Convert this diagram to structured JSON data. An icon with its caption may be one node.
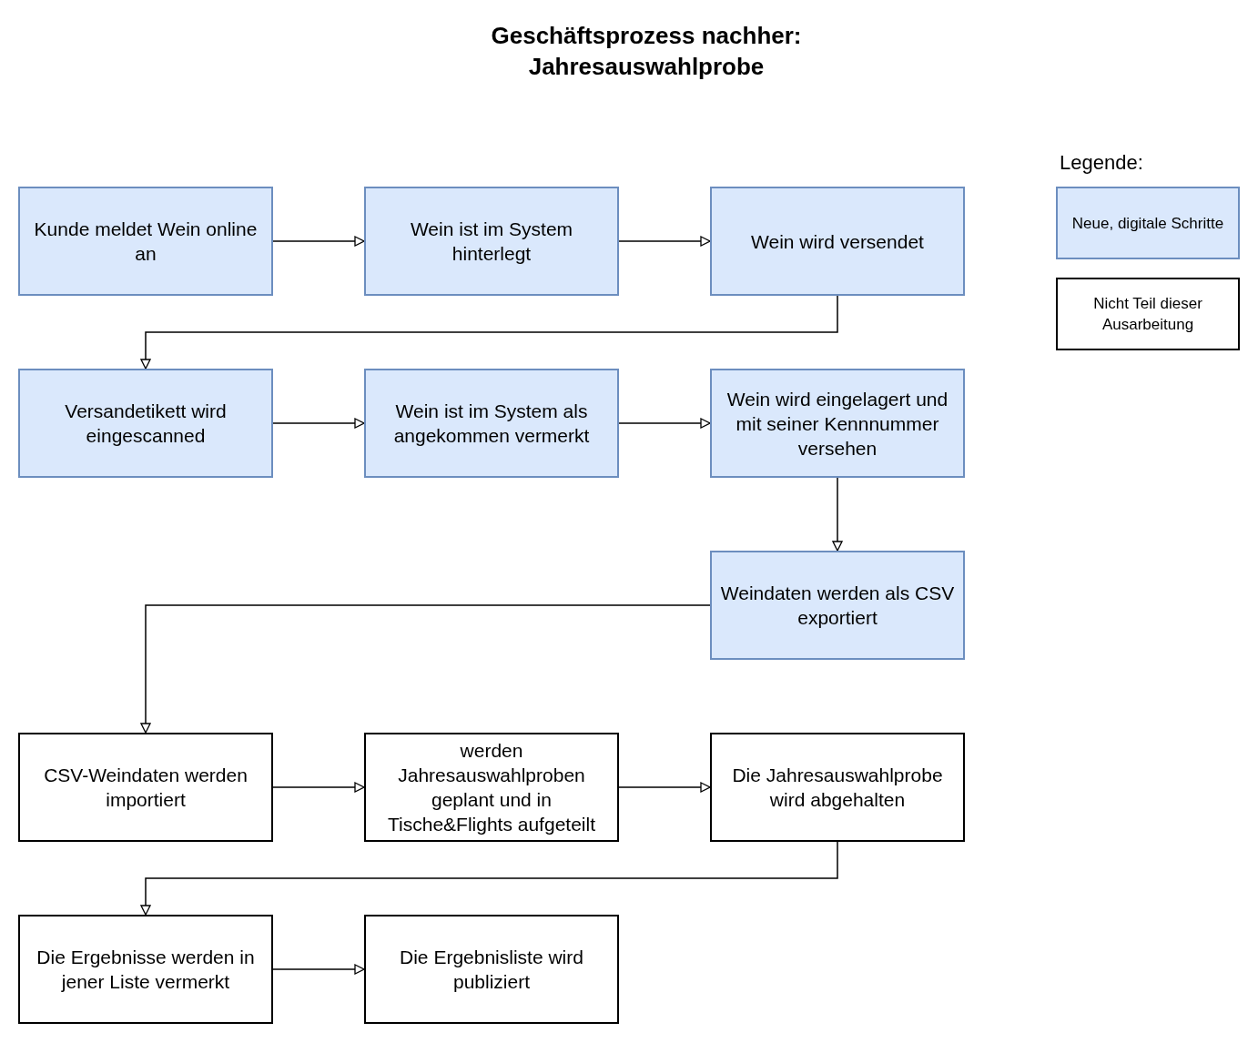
{
  "diagram": {
    "title": "Geschäftsprozess nachher: Jahresauswahlprobe",
    "nodes": [
      {
        "text": [
          "Kunde meldet Wein online an"
        ]
      },
      {
        "text": [
          "Wein ist im System hinterlegt"
        ]
      },
      {
        "text": [
          "Wein wird versendet"
        ]
      },
      {
        "text": [
          "Versandetikett wird eingescanned"
        ]
      },
      {
        "text": [
          "Wein ist im System als angekommen vermerkt"
        ]
      },
      {
        "text": [
          "Wein wird eingelagert und mit seiner Kennnummer versehen"
        ]
      },
      {
        "text": [
          "Weindaten werden als CSV exportiert"
        ]
      },
      {
        "text": [
          "CSV-Weindaten werden importiert"
        ]
      },
      {
        "text": [
          "werden Jahresauswahlproben geplant und in Tische&Flights aufgeteilt"
        ]
      },
      {
        "text": [
          "Die Jahresauswahlprobe wird abgehalten"
        ]
      },
      {
        "text": [
          "Die Ergebnisse werden in jener Liste vermerkt"
        ]
      },
      {
        "text": [
          "Die Ergebnisliste wird publiziert"
        ]
      }
    ],
    "edges": [
      {
        "from": 0,
        "to": 1,
        "arrow": "to"
      },
      {
        "from": 1,
        "to": 2,
        "arrow": "to"
      },
      {
        "from": 2,
        "to": 3,
        "arrow": "to"
      },
      {
        "from": 3,
        "to": 4,
        "arrow": "to"
      },
      {
        "from": 4,
        "to": 5,
        "arrow": "to"
      },
      {
        "from": 5,
        "to": 6,
        "arrow": "to"
      },
      {
        "from": 6,
        "to": 7,
        "arrow": "to"
      },
      {
        "from": 7,
        "to": 8,
        "arrow": "to"
      },
      {
        "from": 8,
        "to": 9,
        "arrow": "to"
      },
      {
        "from": 9,
        "to": 10,
        "arrow": "to"
      },
      {
        "from": 10,
        "to": 11,
        "arrow": "to"
      }
    ],
    "labels": [
      "Legende:"
    ],
    "legend": [
      {
        "text": "Neue, digitale Schritte",
        "color": "#dae8fc"
      },
      {
        "text": "Nicht Teil dieser Ausarbeitung",
        "color": "#ffffff"
      }
    ]
  }
}
